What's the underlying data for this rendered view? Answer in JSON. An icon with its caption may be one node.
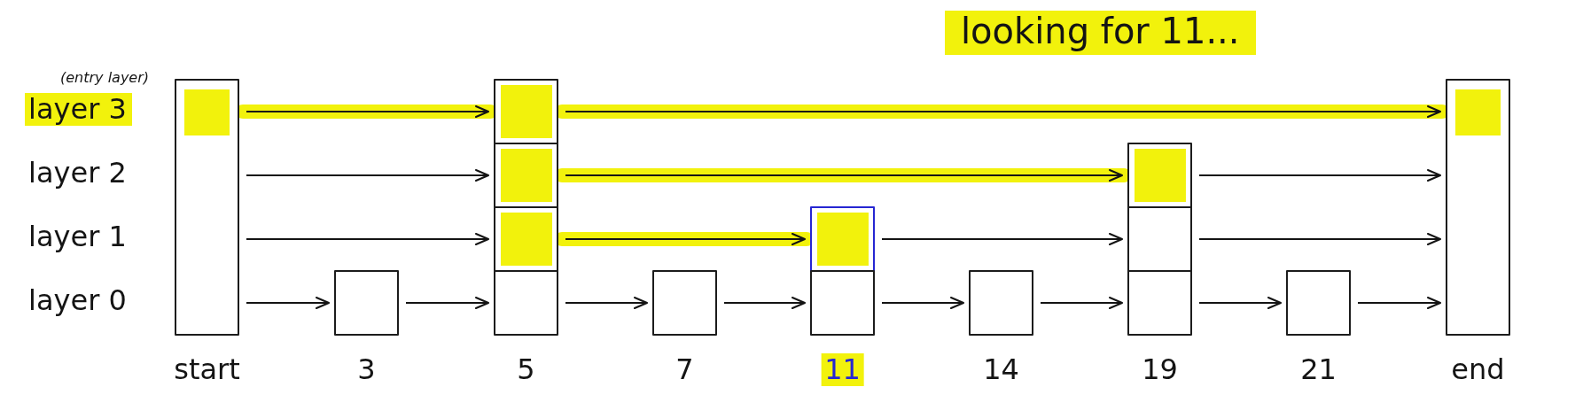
{
  "diagram": {
    "title": "looking for 11...",
    "nodes": [
      {
        "text": [],
        "shape": "box",
        "beside": [
          "start"
        ]
      },
      {
        "text": [],
        "shape": "box",
        "beside": [
          "3"
        ]
      },
      {
        "text": [],
        "shape": "box"
      },
      {
        "text": [],
        "shape": "box"
      },
      {
        "text": [],
        "shape": "box"
      },
      {
        "text": [],
        "shape": "box",
        "beside": [
          "5"
        ]
      },
      {
        "text": [],
        "shape": "box",
        "beside": [
          "7"
        ]
      },
      {
        "text": [],
        "shape": "box"
      },
      {
        "text": [],
        "shape": "box",
        "beside": [
          "11"
        ]
      },
      {
        "text": [],
        "shape": "box",
        "beside": [
          "14"
        ]
      },
      {
        "text": [],
        "shape": "box"
      },
      {
        "text": [],
        "shape": "box"
      },
      {
        "text": [],
        "shape": "box",
        "beside": [
          "19"
        ]
      },
      {
        "text": [],
        "shape": "box",
        "beside": [
          "21"
        ]
      },
      {
        "text": [],
        "shape": "box",
        "beside": [
          "end"
        ]
      }
    ],
    "edges": [
      {
        "from": 0,
        "to": 2,
        "arrow": "to",
        "style": "thick",
        "color": "#f2f20c"
      },
      {
        "from": 2,
        "to": 14,
        "arrow": "to",
        "style": "thick",
        "color": "#f2f20c"
      },
      {
        "from": 0,
        "to": 3,
        "arrow": "to"
      },
      {
        "from": 3,
        "to": 10,
        "arrow": "to",
        "style": "thick",
        "color": "#f2f20c"
      },
      {
        "from": 10,
        "to": 14,
        "arrow": "to"
      },
      {
        "from": 0,
        "to": 4,
        "arrow": "to"
      },
      {
        "from": 4,
        "to": 7,
        "arrow": "to",
        "style": "thick",
        "color": "#f2f20c"
      },
      {
        "from": 7,
        "to": 11,
        "arrow": "to"
      },
      {
        "from": 11,
        "to": 14,
        "arrow": "to"
      },
      {
        "from": 0,
        "to": 1,
        "arrow": "to"
      },
      {
        "from": 1,
        "to": 5,
        "arrow": "to"
      },
      {
        "from": 5,
        "to": 6,
        "arrow": "to"
      },
      {
        "from": 6,
        "to": 8,
        "arrow": "to"
      },
      {
        "from": 8,
        "to": 9,
        "arrow": "to"
      },
      {
        "from": 9,
        "to": 12,
        "arrow": "to"
      },
      {
        "from": 12,
        "to": 13,
        "arrow": "to"
      },
      {
        "from": 13,
        "to": 14,
        "arrow": "to"
      }
    ],
    "labels": [
      "(entry layer)",
      "layer 3",
      "layer 2",
      "layer 1",
      "layer 0"
    ]
  }
}
